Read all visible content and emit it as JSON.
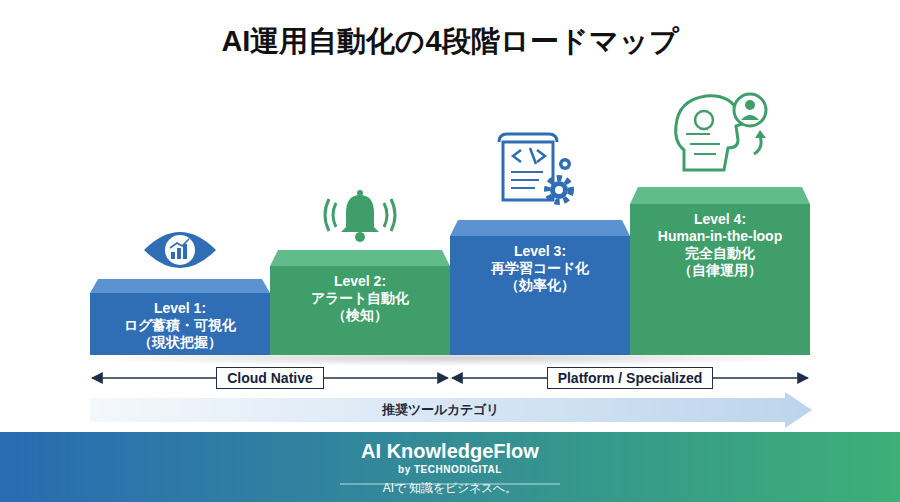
{
  "diagram": {
    "title": "AI運用自動化の4段階ロードマップ",
    "nodes": [
      {
        "text": [
          "Level 1:",
          "ログ蓄積・可視化",
          "（現状把握）"
        ]
      },
      {
        "text": [
          "Level 2:",
          "アラート自動化",
          "（検知）"
        ]
      },
      {
        "text": [
          "Level 3:",
          "再学習コード化",
          "（効率化）"
        ]
      },
      {
        "text": [
          "Level 4:",
          "Human-in-the-loop",
          "完全自動化",
          "（自律運用）"
        ]
      },
      {
        "text": [
          "Cloud Native"
        ]
      },
      {
        "text": [
          "Platform / Specialized"
        ]
      },
      {
        "text": [
          "推奨ツールカテゴリ"
        ]
      },
      {
        "text": [
          "AI KnowledgeFlow",
          "by TECHNODIGITAL",
          "AIで 知識をビジネスへ。"
        ]
      }
    ],
    "edges": []
  }
}
